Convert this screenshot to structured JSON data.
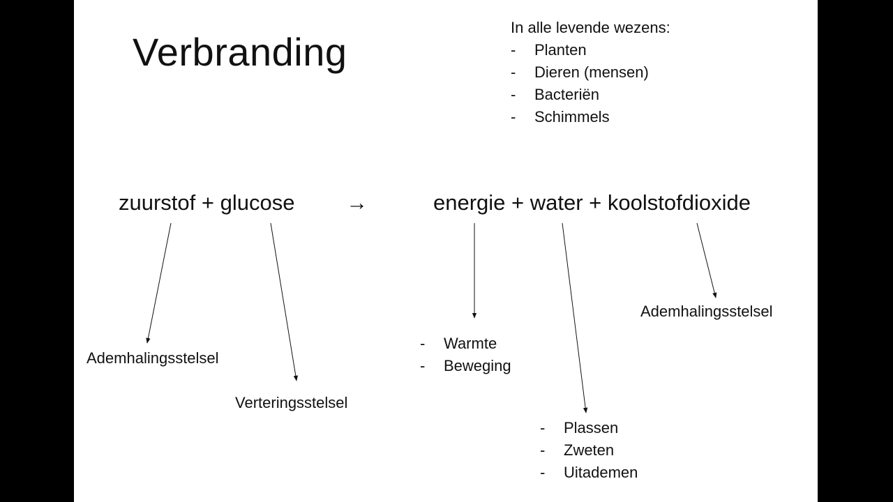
{
  "slide": {
    "title": "Verbranding",
    "organisms": {
      "heading": "In alle levende wezens:",
      "items": [
        "Planten",
        "Dieren (mensen)",
        "Bacteriën",
        "Schimmels"
      ]
    },
    "equation": {
      "left": "zuurstof + glucose",
      "arrow": "→",
      "right": "energie + water + koolstofdioxide"
    },
    "labels": {
      "oxygen_system": "Ademhalingsstelsel",
      "glucose_system": "Verteringsstelsel",
      "co2_system": "Ademhalingsstelsel"
    },
    "energy_forms": [
      "Warmte",
      "Beweging"
    ],
    "water_routes": [
      "Plassen",
      "Zweten",
      "Uitademen"
    ],
    "list_marker": "-"
  }
}
